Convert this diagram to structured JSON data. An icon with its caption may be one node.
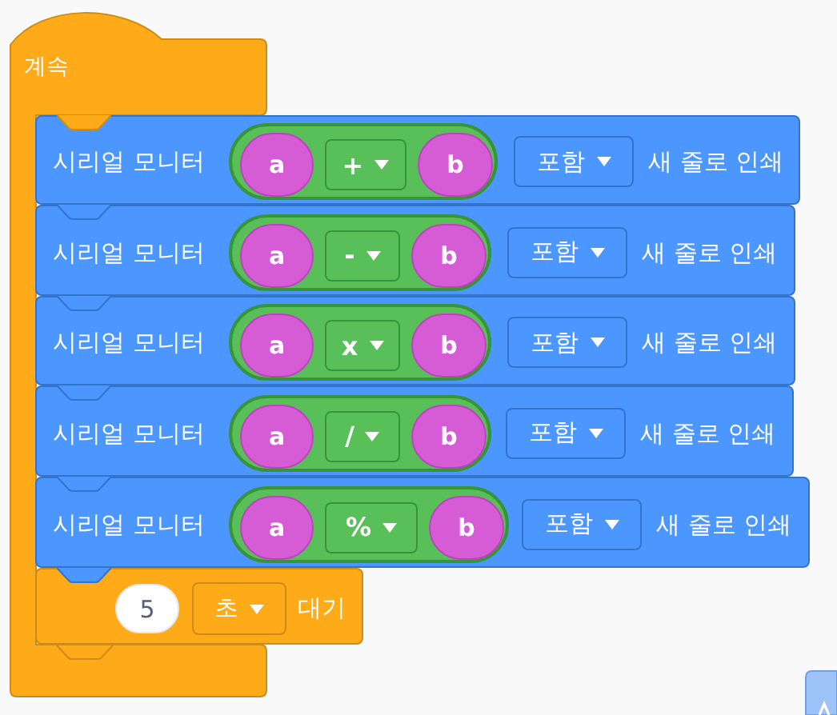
{
  "diagram": {
    "nodes": [
      {
        "text": [
          "계속"
        ]
      },
      {
        "text": [
          "시리얼 모니터",
          "새 줄로 인쇄"
        ]
      },
      {
        "text": [],
        "shape": "pill",
        "in": 1
      },
      {
        "text": [
          "a"
        ],
        "in": 2
      },
      {
        "text": [
          "+"
        ],
        "in": 2
      },
      {
        "text": [
          "b"
        ],
        "in": 2
      },
      {
        "text": [
          "포함"
        ],
        "in": 1
      },
      {
        "text": [
          "시리얼 모니터",
          "새 줄로 인쇄"
        ]
      },
      {
        "text": [],
        "shape": "pill",
        "in": 7
      },
      {
        "text": [
          "a"
        ],
        "in": 8
      },
      {
        "text": [
          "-"
        ],
        "in": 8
      },
      {
        "text": [
          "b"
        ],
        "in": 8
      },
      {
        "text": [
          "포함"
        ],
        "in": 7
      },
      {
        "text": [
          "시리얼 모니터",
          "새 줄로 인쇄"
        ]
      },
      {
        "text": [],
        "shape": "pill",
        "in": 13
      },
      {
        "text": [
          "a"
        ],
        "in": 14
      },
      {
        "text": [
          "x"
        ],
        "in": 14
      },
      {
        "text": [
          "b"
        ],
        "in": 14
      },
      {
        "text": [
          "포함"
        ],
        "in": 13
      },
      {
        "text": [
          "시리얼 모니터",
          "새 줄로 인쇄"
        ]
      },
      {
        "text": [],
        "shape": "pill",
        "in": 19
      },
      {
        "text": [
          "a"
        ],
        "in": 20
      },
      {
        "text": [
          "/"
        ],
        "in": 20
      },
      {
        "text": [
          "b"
        ],
        "in": 20
      },
      {
        "text": [
          "포함"
        ],
        "in": 19
      },
      {
        "text": [
          "시리얼 모니터",
          "새 줄로 인쇄"
        ]
      },
      {
        "text": [],
        "shape": "pill",
        "in": 25
      },
      {
        "text": [
          "a"
        ],
        "in": 26
      },
      {
        "text": [
          "%"
        ],
        "in": 26
      },
      {
        "text": [
          "b"
        ],
        "in": 26
      },
      {
        "text": [
          "포함"
        ],
        "in": 25
      },
      {
        "text": [
          "대기"
        ]
      },
      {
        "text": [
          "5"
        ],
        "in": 31
      },
      {
        "text": [
          "초"
        ],
        "in": 31
      }
    ]
  }
}
